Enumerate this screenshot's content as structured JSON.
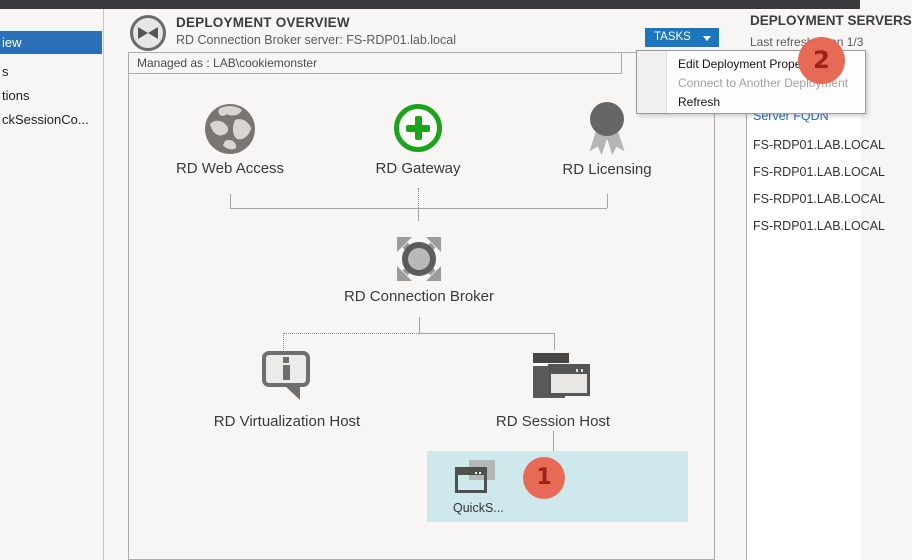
{
  "sidebar": {
    "items": [
      {
        "label": "iew",
        "selected": true
      },
      {
        "label": "s",
        "selected": false
      },
      {
        "label": "tions",
        "selected": false
      },
      {
        "label": "ckSessionCo...",
        "selected": false
      }
    ]
  },
  "overview": {
    "title": "DEPLOYMENT OVERVIEW",
    "subtitle": "RD Connection Broker server: FS-RDP01.lab.local",
    "managed_as": "Managed as : LAB\\cookiemonster",
    "tasks_button": "TASKS",
    "nodes": {
      "web_access": "RD Web Access",
      "gateway": "RD Gateway",
      "licensing": "RD Licensing",
      "connection_broker": "RD Connection Broker",
      "virtualization_host": "RD Virtualization Host",
      "session_host": "RD Session Host"
    },
    "collection": {
      "label": "QuickS..."
    }
  },
  "tasks_menu": {
    "items": [
      {
        "label": "Edit Deployment Properties",
        "enabled": true
      },
      {
        "label": "Connect to Another Deployment",
        "enabled": false
      },
      {
        "label": "Refresh",
        "enabled": true
      }
    ]
  },
  "right_panel": {
    "title": "DEPLOYMENT SERVERS",
    "last_refreshed": "Last refreshed on 1/3",
    "column_header": "Server FQDN",
    "rows": [
      "FS-RDP01.LAB.LOCAL",
      "FS-RDP01.LAB.LOCAL",
      "FS-RDP01.LAB.LOCAL",
      "FS-RDP01.LAB.LOCAL"
    ]
  },
  "badges": {
    "one": "1",
    "two": "2"
  },
  "colors": {
    "selection_blue": "#2a70b8",
    "tasks_blue": "#1b76bd",
    "gateway_green": "#1ca31c",
    "collection_cyan": "#cfe8ec",
    "badge_red": "#e76a56",
    "badge_number_red": "#9c2217",
    "link_blue": "#2a6db5",
    "topbar_dark": "#3a3a3e"
  }
}
